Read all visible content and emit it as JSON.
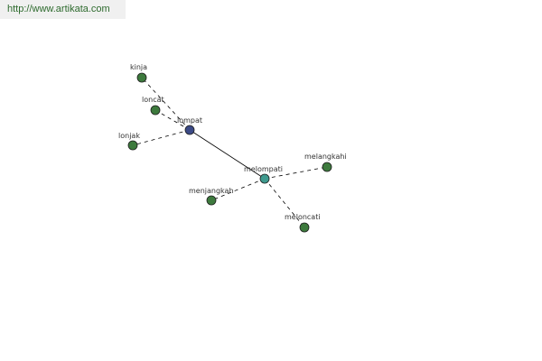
{
  "watermark": {
    "text": "http://www.artikata.com"
  },
  "colors": {
    "root_node": "#3b4a86",
    "hub_node": "#3f9a8e",
    "leaf_node": "#3d7a3d",
    "node_stroke": "#1e1e1e",
    "edge": "#000000"
  },
  "graph": {
    "nodes": [
      {
        "id": "lompat",
        "label": "lompat",
        "kind": "root"
      },
      {
        "id": "melompati",
        "label": "melompati",
        "kind": "hub"
      },
      {
        "id": "kinja",
        "label": "kinja",
        "kind": "leaf"
      },
      {
        "id": "loncat",
        "label": "loncat",
        "kind": "leaf"
      },
      {
        "id": "lonjak",
        "label": "lonjak",
        "kind": "leaf"
      },
      {
        "id": "melangkahi",
        "label": "melangkahi",
        "kind": "leaf"
      },
      {
        "id": "menjangkah",
        "label": "menjangkah",
        "kind": "leaf"
      },
      {
        "id": "meloncati",
        "label": "meloncati",
        "kind": "leaf"
      }
    ],
    "edges": [
      {
        "from": "lompat",
        "to": "melompati",
        "style": "solid"
      },
      {
        "from": "lompat",
        "to": "kinja",
        "style": "dashed"
      },
      {
        "from": "lompat",
        "to": "loncat",
        "style": "dashed"
      },
      {
        "from": "lompat",
        "to": "lonjak",
        "style": "dashed"
      },
      {
        "from": "melompati",
        "to": "melangkahi",
        "style": "dashed"
      },
      {
        "from": "melompati",
        "to": "menjangkah",
        "style": "dashed"
      },
      {
        "from": "melompati",
        "to": "meloncati",
        "style": "dashed"
      }
    ]
  }
}
